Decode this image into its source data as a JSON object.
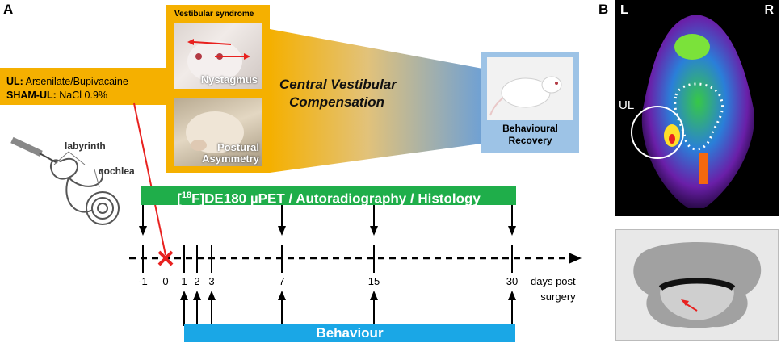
{
  "panel_a": {
    "letter": "A"
  },
  "panel_b": {
    "letter": "B"
  },
  "treatment": {
    "ul_label": "UL:",
    "ul_text": "Arsenilate/Bupivacaine",
    "sham_label": "SHAM-UL:",
    "sham_text": "NaCl 0.9%"
  },
  "vestibular": {
    "title": "Vestibular syndrome",
    "nystagmus": "Nystagmus",
    "postural_line1": "Postural",
    "postural_line2": "Asymmetry"
  },
  "compensation": {
    "line1": "Central Vestibular",
    "line2": "Compensation"
  },
  "recovery": {
    "line1": "Behavioural",
    "line2": "Recovery"
  },
  "anatomy": {
    "labyrinth": "labyrinth",
    "cochlea": "cochlea"
  },
  "imaging_bar": {
    "text": "[18F]DE180 µPET / Autoradiography / Histology"
  },
  "behaviour_bar": {
    "text": "Behaviour"
  },
  "timeline": {
    "ticks": [
      "-1",
      "0",
      "1",
      "2",
      "3",
      "7",
      "15",
      "30"
    ],
    "days_line1": "days post",
    "days_line2": "surgery"
  },
  "pet_image": {
    "left": "L",
    "right": "R",
    "ul": "UL"
  },
  "colors": {
    "orange": "#f5b000",
    "green": "#1fae4a",
    "blue": "#1aa7e6",
    "recovery_blue": "#9dc3e6",
    "red": "#e8211f"
  }
}
